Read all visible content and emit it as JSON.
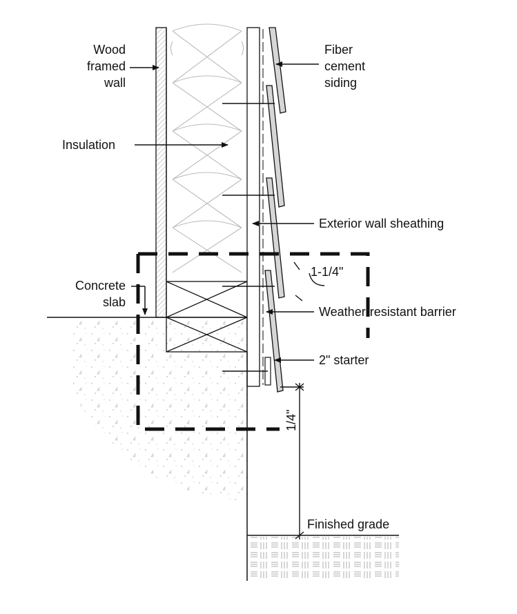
{
  "labels": {
    "wood_frame": [
      "Wood",
      "framed",
      "wall"
    ],
    "fiber_cement": [
      "Fiber",
      "cement",
      "siding"
    ],
    "insulation": "Insulation",
    "sheathing": "Exterior wall sheathing",
    "concrete": [
      "Concrete",
      "slab"
    ],
    "dim_lap": "1-1/4\"",
    "wrb": "Weather-resistant barrier",
    "starter": "2\" starter",
    "dim_gap": "1/4\"",
    "grade": "Finished grade"
  }
}
